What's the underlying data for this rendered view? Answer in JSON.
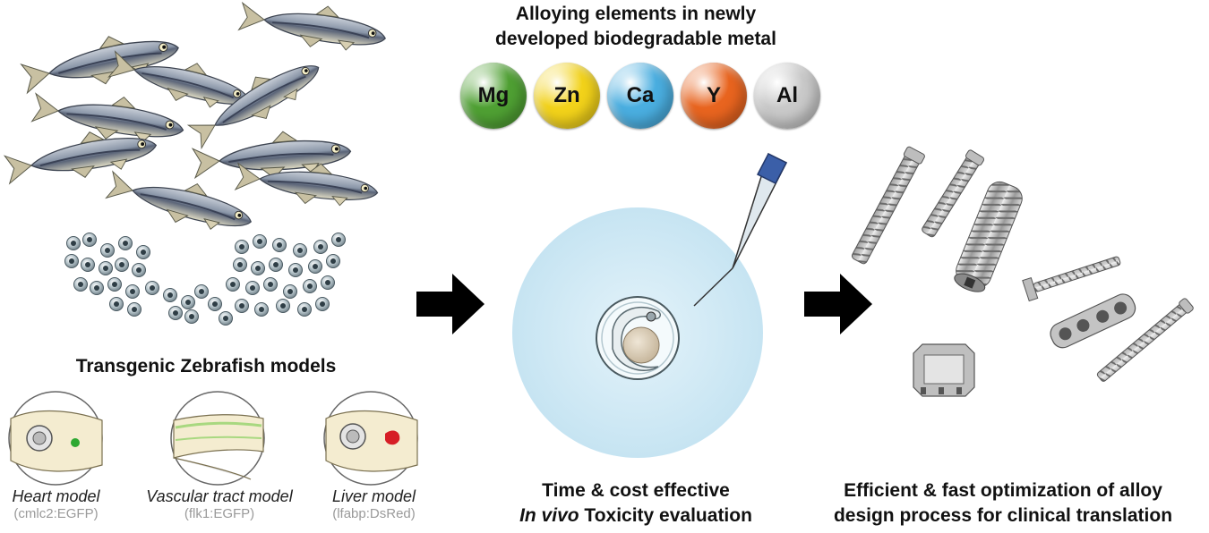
{
  "alloy": {
    "title_line1": "Alloying elements in newly",
    "title_line2": "developed biodegradable metal",
    "elements": [
      {
        "symbol": "Mg",
        "color": "#4fa033"
      },
      {
        "symbol": "Zn",
        "color": "#f2d21a"
      },
      {
        "symbol": "Ca",
        "color": "#4aaee0"
      },
      {
        "symbol": "Y",
        "color": "#e8641f"
      },
      {
        "symbol": "Al",
        "color": "#c9c9c9"
      }
    ]
  },
  "zebrafish": {
    "title": "Transgenic Zebrafish models",
    "models": [
      {
        "name": "Heart model",
        "reporter": "(cmlc2:EGFP)"
      },
      {
        "name": "Vascular tract  model",
        "reporter": "(flk1:EGFP)"
      },
      {
        "name": "Liver model",
        "reporter": "(lfabp:DsRed)"
      }
    ]
  },
  "toxicity": {
    "line1": "Time & cost effective",
    "line2_italic": "In vivo",
    "line2_rest": " Toxicity evaluation"
  },
  "optimization": {
    "line1": "Efficient & fast optimization of alloy",
    "line2": "design process for clinical translation"
  }
}
